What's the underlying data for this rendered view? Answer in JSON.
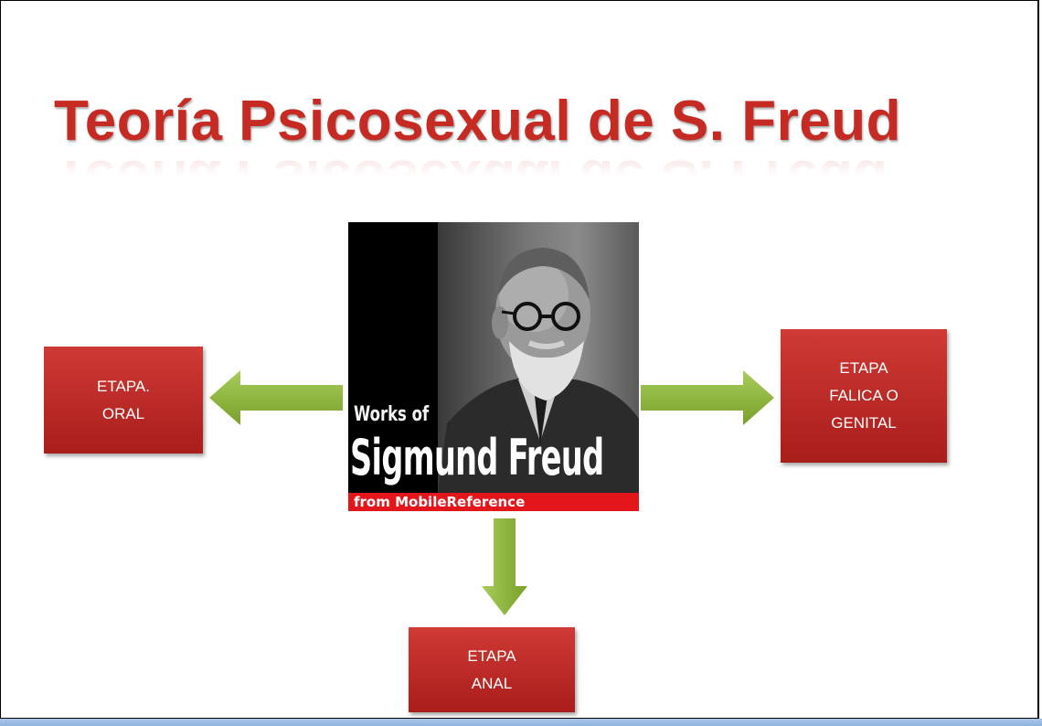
{
  "title": "Teoría Psicosexual de S. Freud",
  "cover": {
    "works_of": "Works of",
    "name": "Sigmund Freud",
    "publisher": "from MobileReference"
  },
  "stages": {
    "oral": {
      "line1": "ETAPA.",
      "line2": "ORAL"
    },
    "falica": {
      "line1": "ETAPA",
      "line2": "FALICA O",
      "line3": "GENITAL"
    },
    "anal": {
      "line1": "ETAPA",
      "line2": "ANAL"
    }
  },
  "colors": {
    "title": "#c52a23",
    "box": "#b82623",
    "arrow": "#8db33a",
    "publisher_band": "#e3161b"
  }
}
